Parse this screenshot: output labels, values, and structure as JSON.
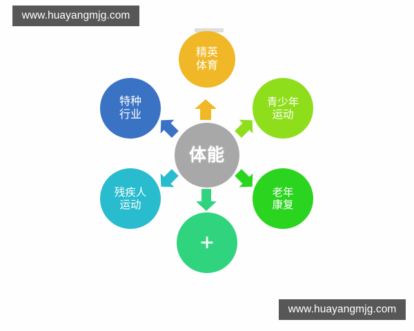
{
  "watermarks": {
    "top": "www.huayangmjg.com",
    "bottom": "www.huayangmjg.com",
    "bar_color": "#575757",
    "text_color": "#ffffff"
  },
  "diagram": {
    "type": "hub-and-spoke",
    "center": {
      "id": "center",
      "label": "体能",
      "lines": [
        "体能"
      ],
      "color": "#a8a8a8",
      "shape": "circle"
    },
    "nodes": [
      {
        "id": "top",
        "position": "top",
        "label": "精英体育",
        "lines": [
          "精英",
          "体育"
        ],
        "color": "#f0b826",
        "shape": "circle"
      },
      {
        "id": "topright",
        "position": "top-right",
        "label": "青少年运动",
        "lines": [
          "青少年",
          "运动"
        ],
        "color": "#8ede1c",
        "shape": "circle"
      },
      {
        "id": "bottomright",
        "position": "bottom-right",
        "label": "老年康复",
        "lines": [
          "老年",
          "康复"
        ],
        "color": "#2ad41f",
        "shape": "circle"
      },
      {
        "id": "bottom",
        "position": "bottom",
        "label": "+",
        "lines": [
          "+"
        ],
        "color": "#30d37e",
        "shape": "circle"
      },
      {
        "id": "bottomleft",
        "position": "bottom-left",
        "label": "残疾人运动",
        "lines": [
          "残疾人",
          "运动"
        ],
        "color": "#29bcce",
        "shape": "circle"
      },
      {
        "id": "topleft",
        "position": "top-left",
        "label": "特种行业",
        "lines": [
          "特种",
          "行业"
        ],
        "color": "#3a72c4",
        "shape": "circle"
      }
    ],
    "arrows": [
      {
        "id": "up",
        "direction": "up",
        "color": "#f0b826",
        "from": "center",
        "to": "top"
      },
      {
        "id": "upright",
        "direction": "up-right",
        "color": "#8ede1c",
        "from": "center",
        "to": "topright"
      },
      {
        "id": "downright",
        "direction": "down-right",
        "color": "#2ad41f",
        "from": "center",
        "to": "bottomright"
      },
      {
        "id": "down",
        "direction": "down",
        "color": "#30d37e",
        "from": "center",
        "to": "bottom"
      },
      {
        "id": "downleft",
        "direction": "down-left",
        "color": "#29bcce",
        "from": "center",
        "to": "bottomleft"
      },
      {
        "id": "upleft",
        "direction": "up-left",
        "color": "#3a72c4",
        "from": "center",
        "to": "topleft"
      }
    ]
  }
}
